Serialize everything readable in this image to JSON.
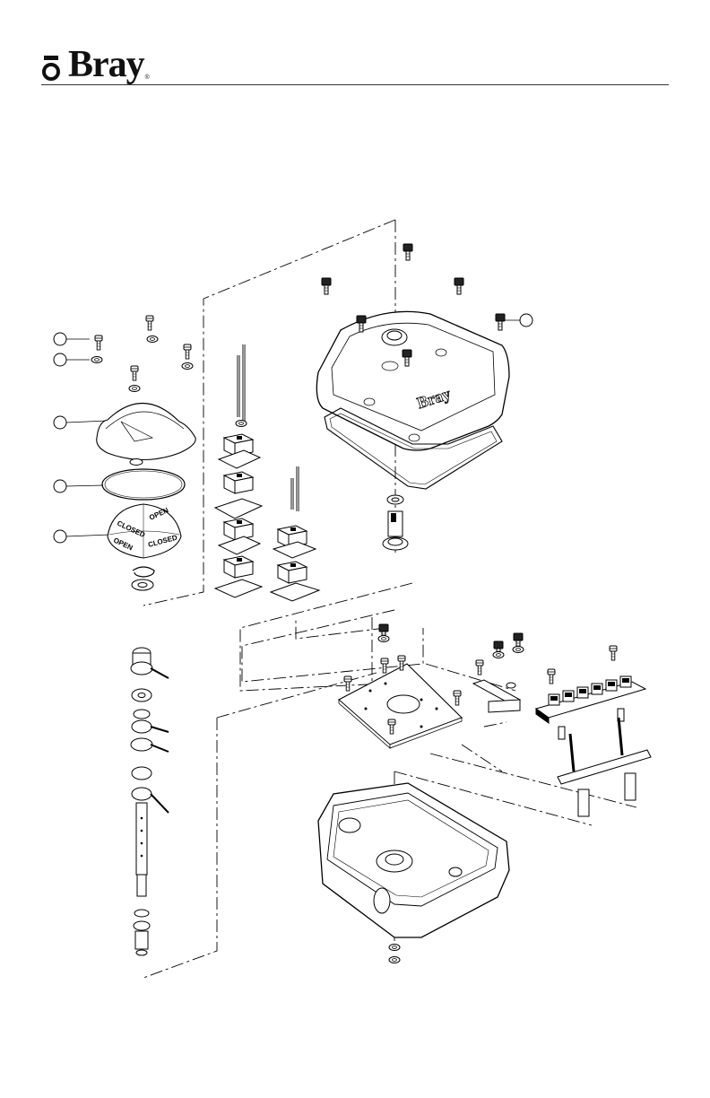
{
  "brand": {
    "name": "Bray",
    "registered": "®"
  },
  "dome": {
    "label_closed": "CLOSED",
    "label_open": "OPEN"
  },
  "cover": {
    "emboss": "Bray"
  },
  "callouts": [
    {
      "id": "c1",
      "text": ""
    },
    {
      "id": "c2",
      "text": ""
    },
    {
      "id": "c3",
      "text": ""
    },
    {
      "id": "c4",
      "text": ""
    },
    {
      "id": "c5",
      "text": ""
    },
    {
      "id": "c6",
      "text": ""
    }
  ]
}
